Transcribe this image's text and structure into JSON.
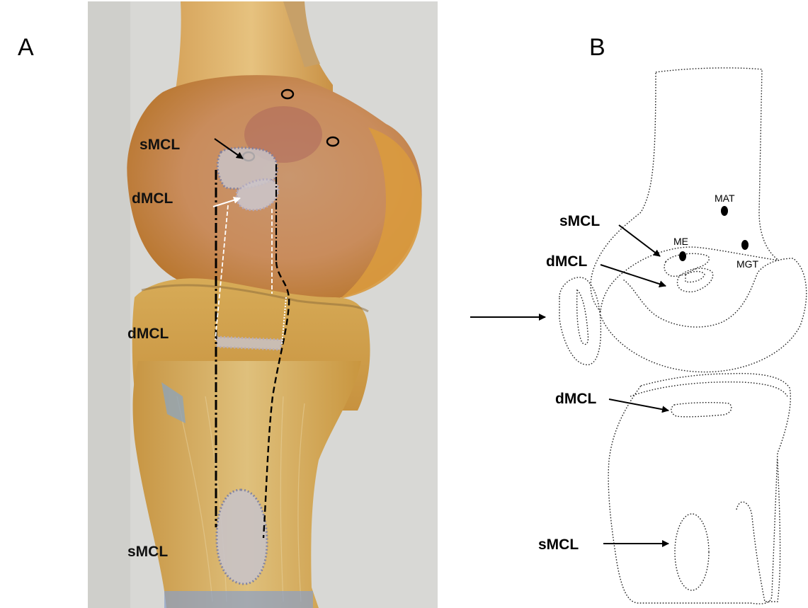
{
  "panel_a": {
    "letter": "A",
    "labels": {
      "smcl_top": "sMCL",
      "dmcl_top": "dMCL",
      "dmcl_mid": "dMCL",
      "smcl_bottom": "sMCL"
    }
  },
  "panel_b": {
    "letter": "B",
    "labels": {
      "smcl_top": "sMCL",
      "dmcl_top": "dMCL",
      "dmcl_mid": "dMCL",
      "smcl_bottom": "sMCL",
      "mat": "MAT",
      "me": "ME",
      "mgt": "MGT"
    }
  },
  "colors": {
    "background": "#ffffff",
    "photo_backdrop": "#d9d9d6",
    "bone_yellow": "#d9a54c",
    "bone_pink": "#c88b6a",
    "footprint_fill": "#c9c3c6",
    "footprint_outline": "#7a7fa6"
  }
}
